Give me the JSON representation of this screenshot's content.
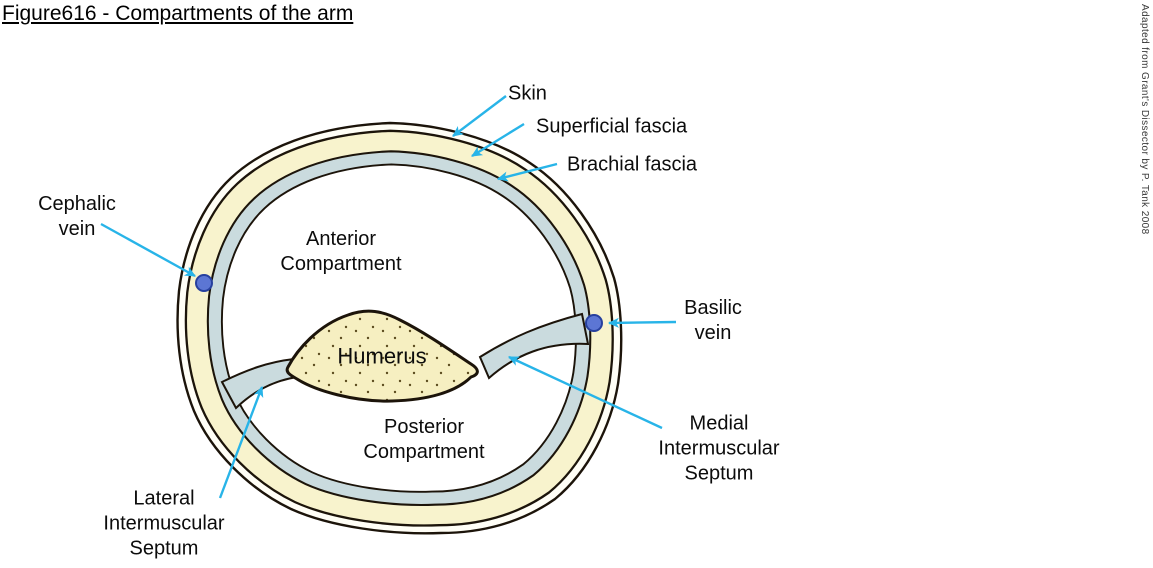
{
  "title": "Figure616 - Compartments of the arm",
  "credit": "Adapted from Grant's Dissector by P. Tank 2008",
  "labels": {
    "skin": "Skin",
    "superficial_fascia": "Superficial fascia",
    "brachial_fascia": "Brachial fascia",
    "cephalic_vein": "Cephalic\nvein",
    "basilic_vein": "Basilic\nvein",
    "anterior_compartment": "Anterior\nCompartment",
    "humerus": "Humerus",
    "posterior_compartment": "Posterior\nCompartment",
    "lateral_intermuscular_septum": "Lateral\nIntermuscular\nSeptum",
    "medial_intermuscular_septum": "Medial\nIntermuscular\nSeptum"
  },
  "colors": {
    "superficial_fascia_fill": "#f8f3cd",
    "brachial_fascia_fill": "#cadbde",
    "humerus_fill": "#f6efc1",
    "stipple_dot": "#5d4d20",
    "vein_fill": "#5c76d4",
    "vein_border": "#27409e",
    "arrow": "#28b4e8",
    "outline": "#1c140a"
  }
}
